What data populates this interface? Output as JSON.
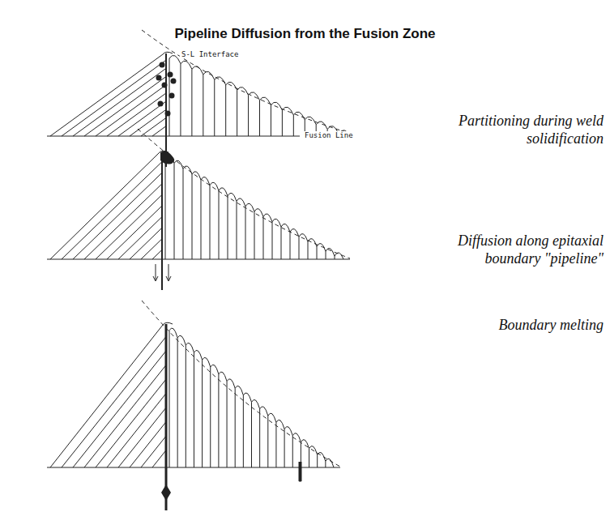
{
  "diagram": {
    "title": "Pipeline Diffusion from the Fusion Zone",
    "labels": [
      "S-L Interface",
      "Fusion Line",
      "Partitioning during weld solidification",
      "Diffusion along epitaxial boundary \"pipeline\"",
      "Boundary melting"
    ]
  }
}
